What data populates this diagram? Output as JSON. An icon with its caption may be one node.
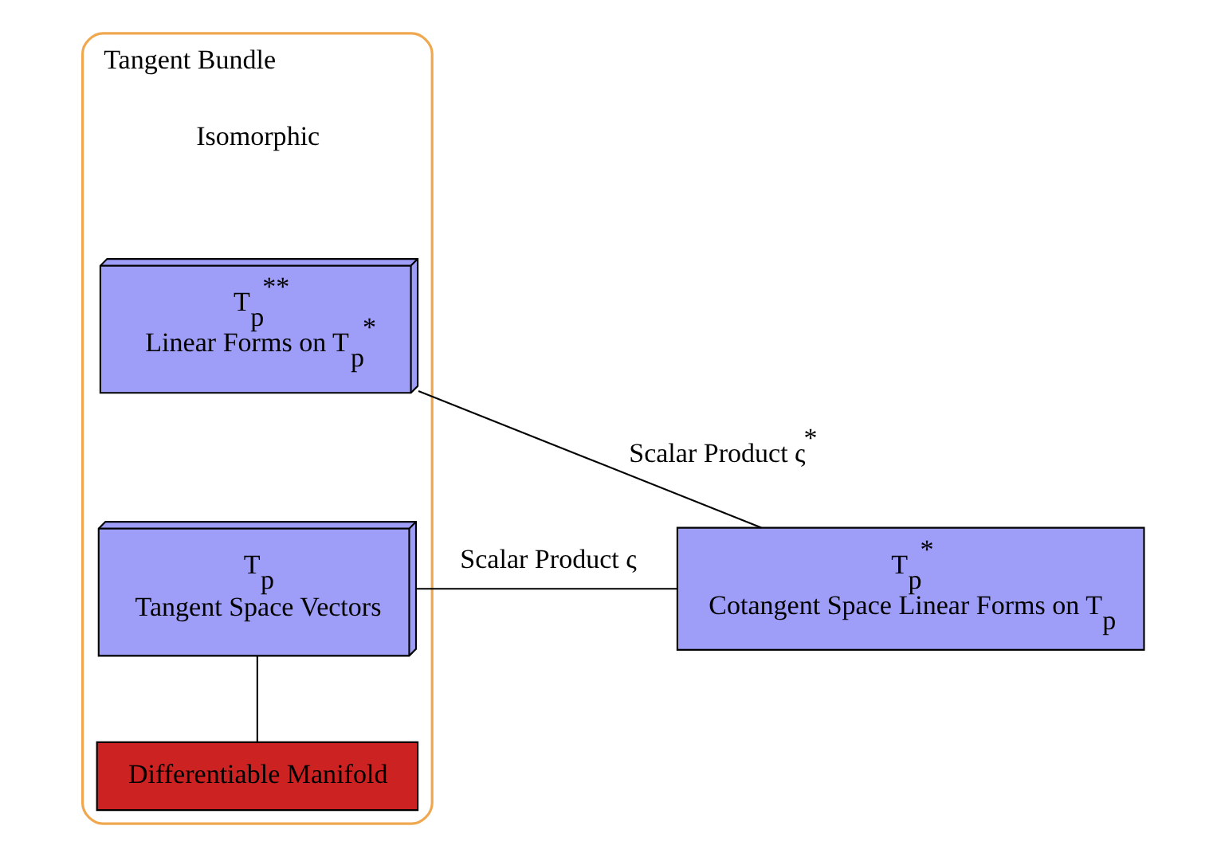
{
  "diagram": {
    "nodes": [
      {
        "text": [
          "Tangent Bundle"
        ]
      },
      {
        "text": [
          "T$_{p}$$^{**}$",
          "Linear Forms on T$_{p}$$^{*}$"
        ],
        "in": 0
      },
      {
        "text": [
          "T$_{p}$",
          "Tangent Space Vectors"
        ],
        "in": 0
      },
      {
        "text": [
          "Differentiable Manifold"
        ],
        "in": 0
      },
      {
        "text": [
          "T$_{p}$$^{*}$",
          "Cotangent Space Linear Forms on T$_{p}$"
        ]
      }
    ],
    "edges": [
      {
        "from": 1,
        "to": 4,
        "arrow": "none",
        "label": "Scalar Product ς$^{*}$"
      },
      {
        "from": 2,
        "to": 4,
        "arrow": "none",
        "label": "Scalar Product ς"
      },
      {
        "from": 2,
        "to": 3,
        "arrow": "none"
      }
    ],
    "labels": [
      "Isomorphic"
    ]
  }
}
